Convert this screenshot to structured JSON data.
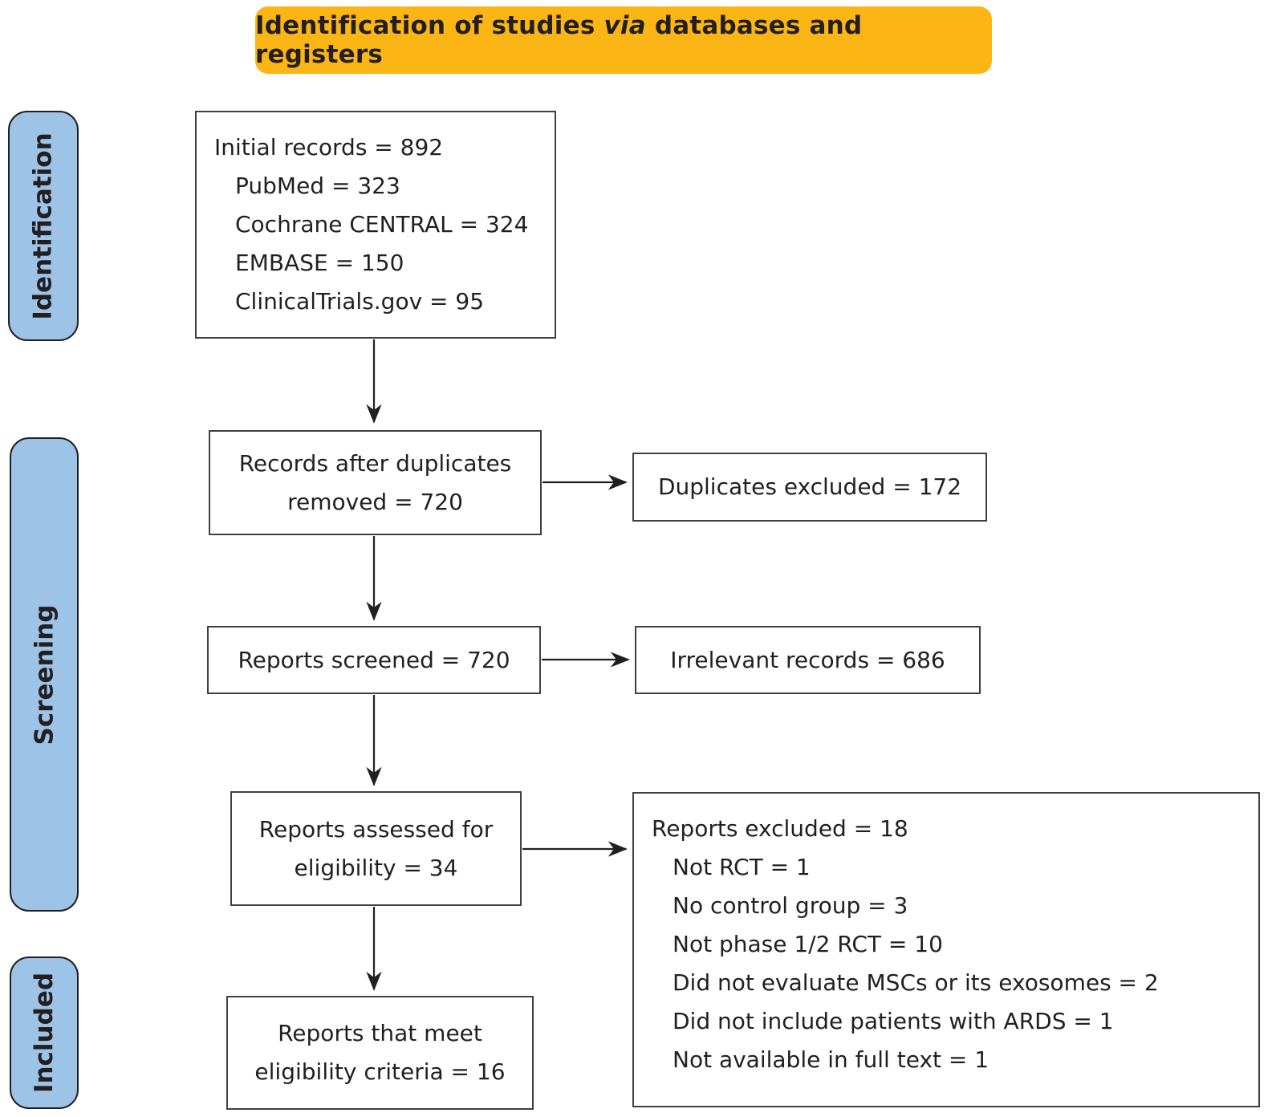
{
  "title": {
    "prefix": "Identification of studies ",
    "emphasis": "via",
    "suffix": " databases and registers"
  },
  "stages": [
    {
      "label": "Identification"
    },
    {
      "label": "Screening"
    },
    {
      "label": "Included"
    }
  ],
  "boxes": {
    "initial_records": {
      "heading": "Initial records = 892",
      "items": [
        "PubMed = 323",
        "Cochrane CENTRAL = 324",
        "EMBASE = 150",
        "ClinicalTrials.gov = 95"
      ]
    },
    "duplicates_removed": {
      "line1": "Records after duplicates",
      "line2": "removed = 720"
    },
    "duplicates_excluded": {
      "text": "Duplicates excluded = 172"
    },
    "reports_screened": {
      "text": "Reports screened = 720"
    },
    "irrelevant_records": {
      "text": "Irrelevant records = 686"
    },
    "assessed_eligibility": {
      "line1": "Reports assessed for",
      "line2": "eligibility = 34"
    },
    "reports_excluded": {
      "heading": "Reports excluded = 18",
      "items": [
        "Not RCT = 1",
        "No control group = 3",
        "Not phase 1/2 RCT = 10",
        "Did not evaluate MSCs or its exosomes = 2",
        "Did not include patients with ARDS = 1",
        "Not available in full text = 1"
      ]
    },
    "meet_criteria": {
      "line1": "Reports that meet",
      "line2": "eligibility criteria = 16"
    }
  },
  "colors": {
    "banner_bg": "#FBB515",
    "stage_bg": "#9DC3E7",
    "text": "#231F20",
    "box_border": "#433F40"
  }
}
